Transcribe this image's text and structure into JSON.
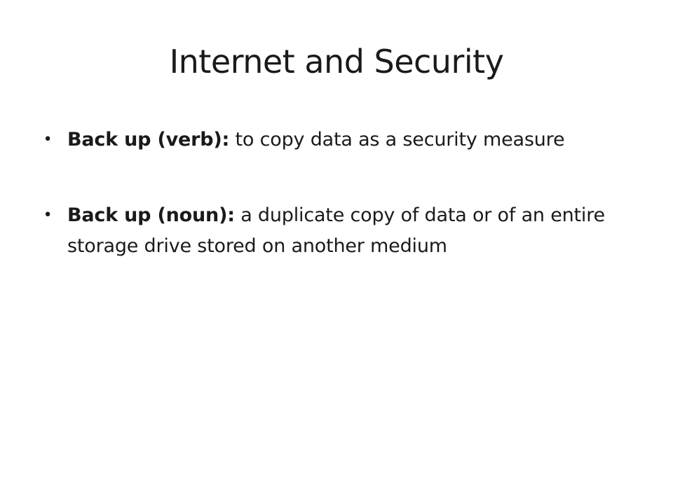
{
  "slide": {
    "title": "Internet and Security",
    "bullets": [
      {
        "term": "Back up (verb):",
        "definition": " to copy data as a security measure"
      },
      {
        "term": "Back up (noun):",
        "definition": " a duplicate copy of data or of an entire storage drive stored on another medium"
      }
    ],
    "bullet_glyph": "•"
  }
}
